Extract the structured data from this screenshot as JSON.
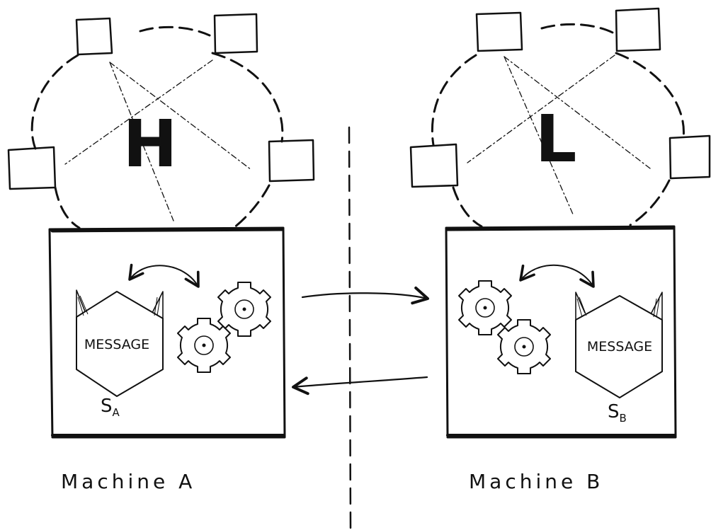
{
  "machine_a": {
    "caption": "Machine A",
    "level_letter": "H",
    "message_label": "MESSAGE",
    "state_main": "S",
    "state_sub": "A"
  },
  "machine_b": {
    "caption": "Machine B",
    "level_letter": "L",
    "message_label": "MESSAGE",
    "state_main": "S",
    "state_sub": "B"
  },
  "colors": {
    "ink": "#111111",
    "background": "#ffffff"
  },
  "icons": [
    "gear-icon",
    "hexagon-message-icon",
    "node-box-icon",
    "arrow-icon"
  ]
}
